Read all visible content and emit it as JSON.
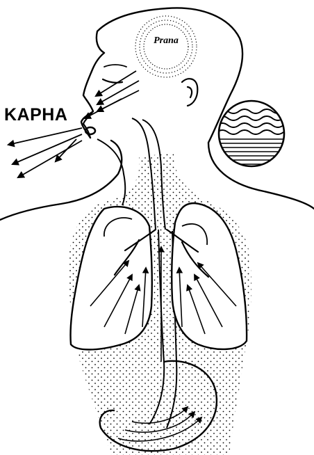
{
  "labels": {
    "kapha": "KAPHA",
    "prana": "Prana"
  },
  "colors": {
    "ink": "#000000",
    "paper": "#ffffff"
  },
  "icons": {
    "prana": "stipple-halo-circle",
    "kapha_symbol": "water-over-earth-circle"
  }
}
